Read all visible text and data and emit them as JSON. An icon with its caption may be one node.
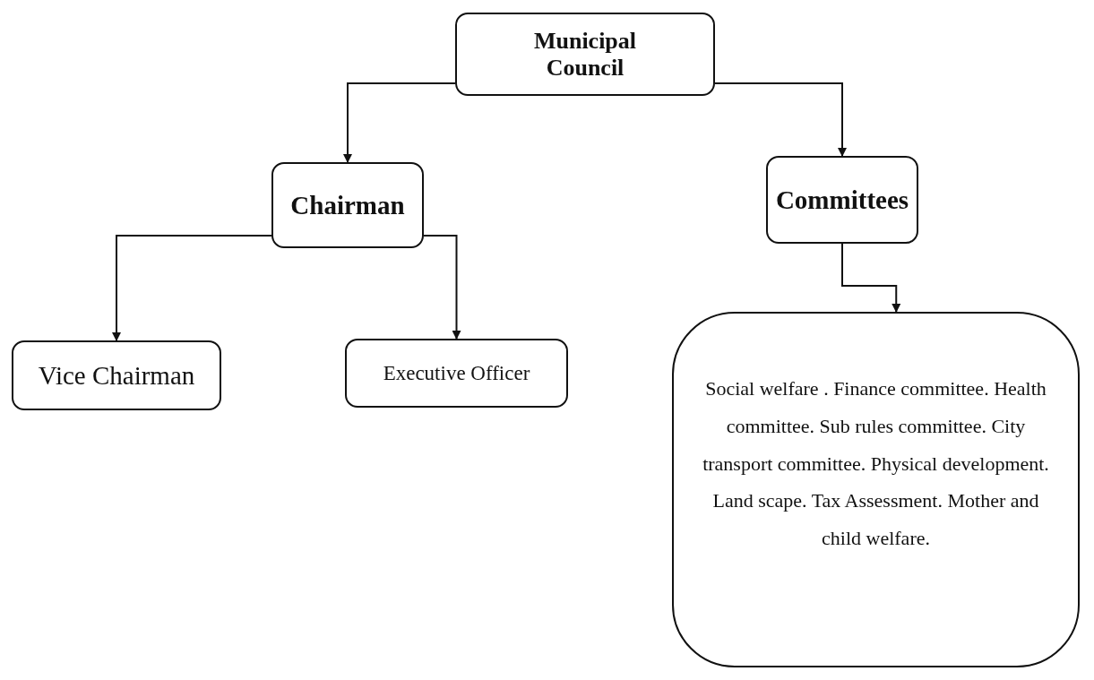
{
  "diagram": {
    "nodes": [
      {
        "text": [
          "Municipal Council"
        ]
      },
      {
        "text": [
          "Chairman"
        ]
      },
      {
        "text": [
          "Committees"
        ]
      },
      {
        "text": [
          "Vice Chairman"
        ]
      },
      {
        "text": [
          "Executive Officer"
        ]
      },
      {
        "text": [
          "Social welfare . Finance committee. Health committee. Sub rules committee. City transport committee. Physical development. Land scape. Tax Assessment. Mother and child welfare."
        ]
      }
    ],
    "edges": [
      {
        "from": 0,
        "to": 1,
        "arrow": "to"
      },
      {
        "from": 0,
        "to": 2,
        "arrow": "to"
      },
      {
        "from": 1,
        "to": 3,
        "arrow": "to"
      },
      {
        "from": 1,
        "to": 4,
        "arrow": "to"
      },
      {
        "from": 2,
        "to": 5,
        "arrow": "to"
      }
    ]
  }
}
